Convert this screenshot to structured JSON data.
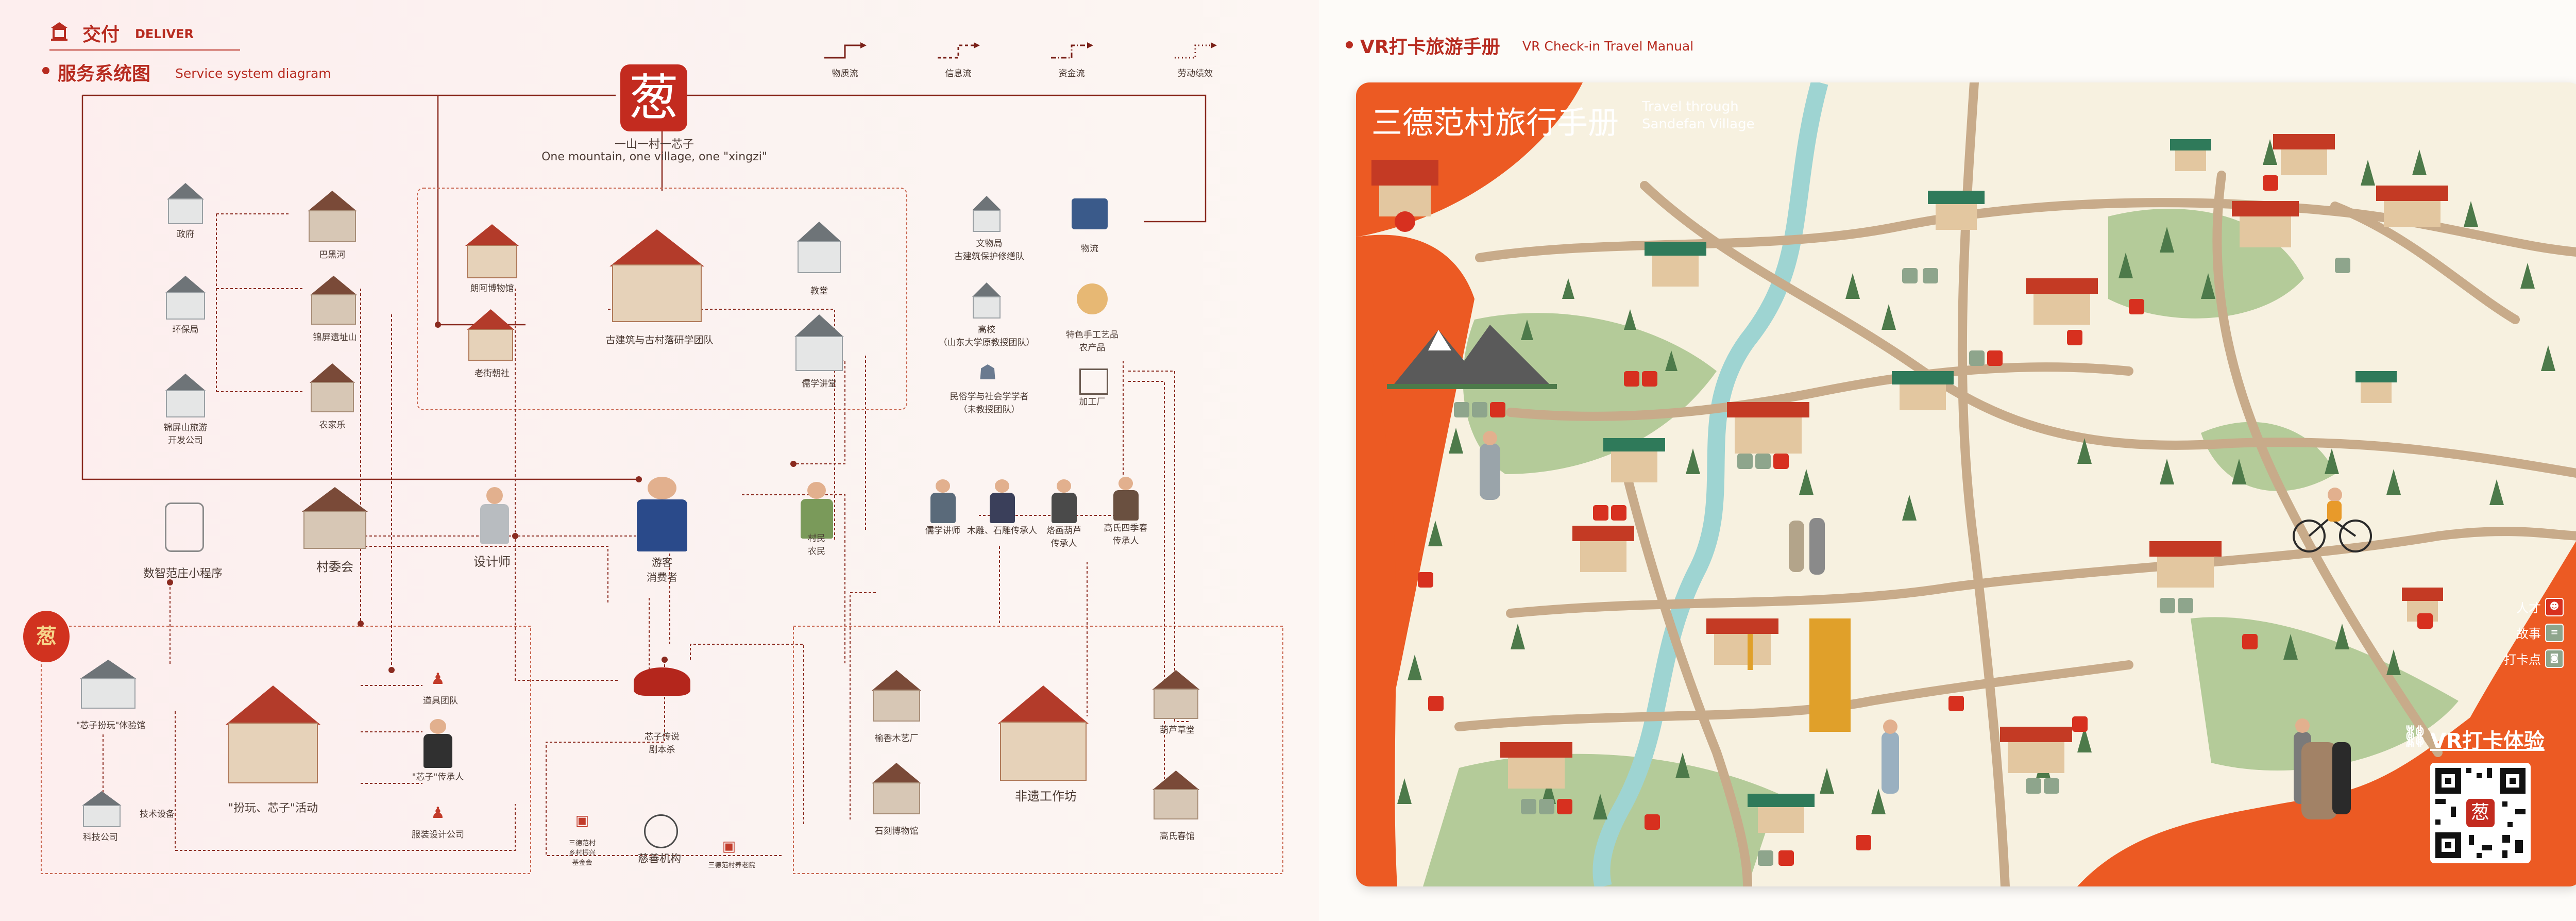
{
  "header": {
    "section_cn": "交付",
    "section_en": "DELIVER",
    "left_title_cn": "服务系统图",
    "left_title_en": "Service system diagram",
    "right_title_cn": "VR打卡旅游手册",
    "right_title_en": "VR Check-in Travel Manual"
  },
  "legend": [
    {
      "label": "物质流"
    },
    {
      "label": "信息流"
    },
    {
      "label": "资金流"
    },
    {
      "label": "劳动绩效"
    }
  ],
  "logo": {
    "glyph": "葱",
    "slogan_cn": "一山一村一芯子",
    "slogan_en": "One mountain, one village, one \"xingzi\""
  },
  "nodes": {
    "gov": "政府",
    "env": "环保局",
    "dev": "锦屏山旅游\n开发公司",
    "bali": "巴黑河",
    "jinping": "锦屏遗址山",
    "farm": "农家乐",
    "museum": "朗阿博物馆",
    "old_temple": "老街朝社",
    "heritage_team": "古建筑与古村落研学团队",
    "church": "教堂",
    "lecture": "儒学讲堂",
    "cultural": "文物局\n古建筑保护修缮队",
    "college": "高校\n（山东大学原教授团队）",
    "folk": "民俗学与社会学学者\n（未教授团队）",
    "logistics": "物流",
    "craft": "特色手工艺品\n农产品",
    "factory": "加工厂",
    "committee": "村委会",
    "designer": "设计师",
    "tourist": "游客\n消费者",
    "villager": "村民\n农民",
    "lecturer": "儒学讲师",
    "carver": "木雕、石雕传承人",
    "gourd": "烙画葫芦\n传承人",
    "farmer": "高氏四季春\n传承人",
    "mini": "数智范庄小程序",
    "xz_hall": "\"芯子扮玩\"体验馆",
    "tech_co": "科技公司",
    "tech_dev": "技术设备",
    "activity": "\"扮玩、芯子\"活动",
    "troupe": "道具团队",
    "heir": "\"芯子\"传承人",
    "costume": "服装设计公司",
    "xz_script": "芯子传说\n剧本杀",
    "charity": "慈善机构",
    "workshop": "非遗工作坊",
    "wood_factory": "榆香木艺厂",
    "stone_museum": "石刻博物馆",
    "art_hall": "葫芦草堂",
    "gao_tea": "高氏春馆",
    "crowd1": "三德范村\n乡村振兴\n基金会",
    "crowd2": "三德范村养老院"
  },
  "map": {
    "title_cn": "三德范村旅行手册",
    "title_en1": "Travel through",
    "title_en2": "Sandefan Village",
    "legend": [
      {
        "label": "人才",
        "icon": "people-icon"
      },
      {
        "label": "故事",
        "icon": "stack-icon"
      },
      {
        "label": "打卡点",
        "icon": "camera-icon"
      }
    ],
    "vr_label": "VR打卡体验"
  },
  "colors": {
    "brand": "#b72b20",
    "map_orange": "#ec5a23",
    "map_bg": "#f7f1e0",
    "road": "#c8ab8a",
    "green": "#a8c48c",
    "river": "#9ed4d2"
  }
}
